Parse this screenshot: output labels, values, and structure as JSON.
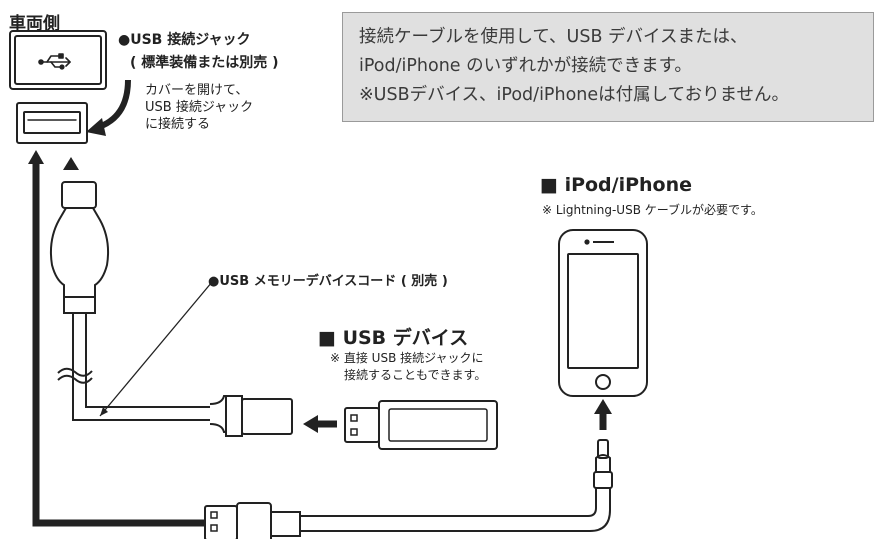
{
  "vehicle_side": "車両側",
  "usb_jack": {
    "title": "●USB 接続ジャック",
    "subtitle": "( 標準装備または別売 )",
    "instruction": [
      "カバーを開けて、",
      "USB 接続ジャック",
      "に接続する"
    ]
  },
  "info_box": {
    "lines": [
      "接続ケーブルを使用して、USB デバイスまたは、",
      "iPod/iPhone のいずれかが接続できます。",
      "※USBデバイス、iPod/iPhoneは付属しておりません。"
    ]
  },
  "ipod": {
    "heading": "■ iPod/iPhone",
    "note": "※ Lightning-USB ケーブルが必要です。"
  },
  "cable_label": "●USB メモリーデバイスコード ( 別売 )",
  "usb_device": {
    "heading": "■ USB デバイス",
    "note": [
      "※ 直接 USB 接続ジャックに",
      "接続することもできます。"
    ]
  },
  "colors": {
    "line": "#222222",
    "box_bg": "#e0e0e0",
    "box_border": "#9a9a9a"
  },
  "icons": [
    "usb-symbol-icon",
    "usb-port-icon",
    "curved-arrow-icon",
    "smartphone-icon",
    "usb-stick-icon"
  ]
}
